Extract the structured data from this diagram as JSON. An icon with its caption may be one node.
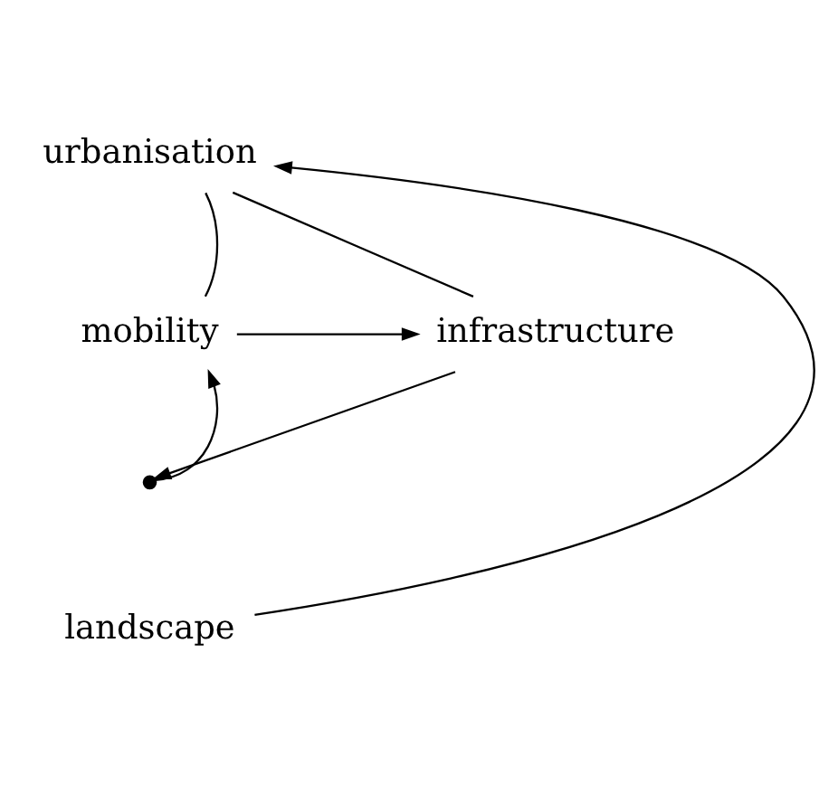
{
  "diagram": {
    "nodes": [
      {
        "text": [
          "urbanisation"
        ]
      },
      {
        "text": [
          "mobility"
        ]
      },
      {
        "text": [
          "infrastructure"
        ]
      },
      {
        "text": [
          "landscape"
        ]
      },
      {
        "text": [],
        "shape": "point"
      }
    ],
    "edges": [
      {
        "from": 3,
        "to": 0,
        "arrow": "to"
      },
      {
        "from": 2,
        "to": 0,
        "arrow": "none"
      },
      {
        "from": 0,
        "to": 1,
        "arrow": "none"
      },
      {
        "from": 1,
        "to": 2,
        "arrow": "to"
      },
      {
        "from": 2,
        "to": 4,
        "arrow": "to"
      },
      {
        "from": 4,
        "to": 1,
        "arrow": "to"
      }
    ]
  }
}
